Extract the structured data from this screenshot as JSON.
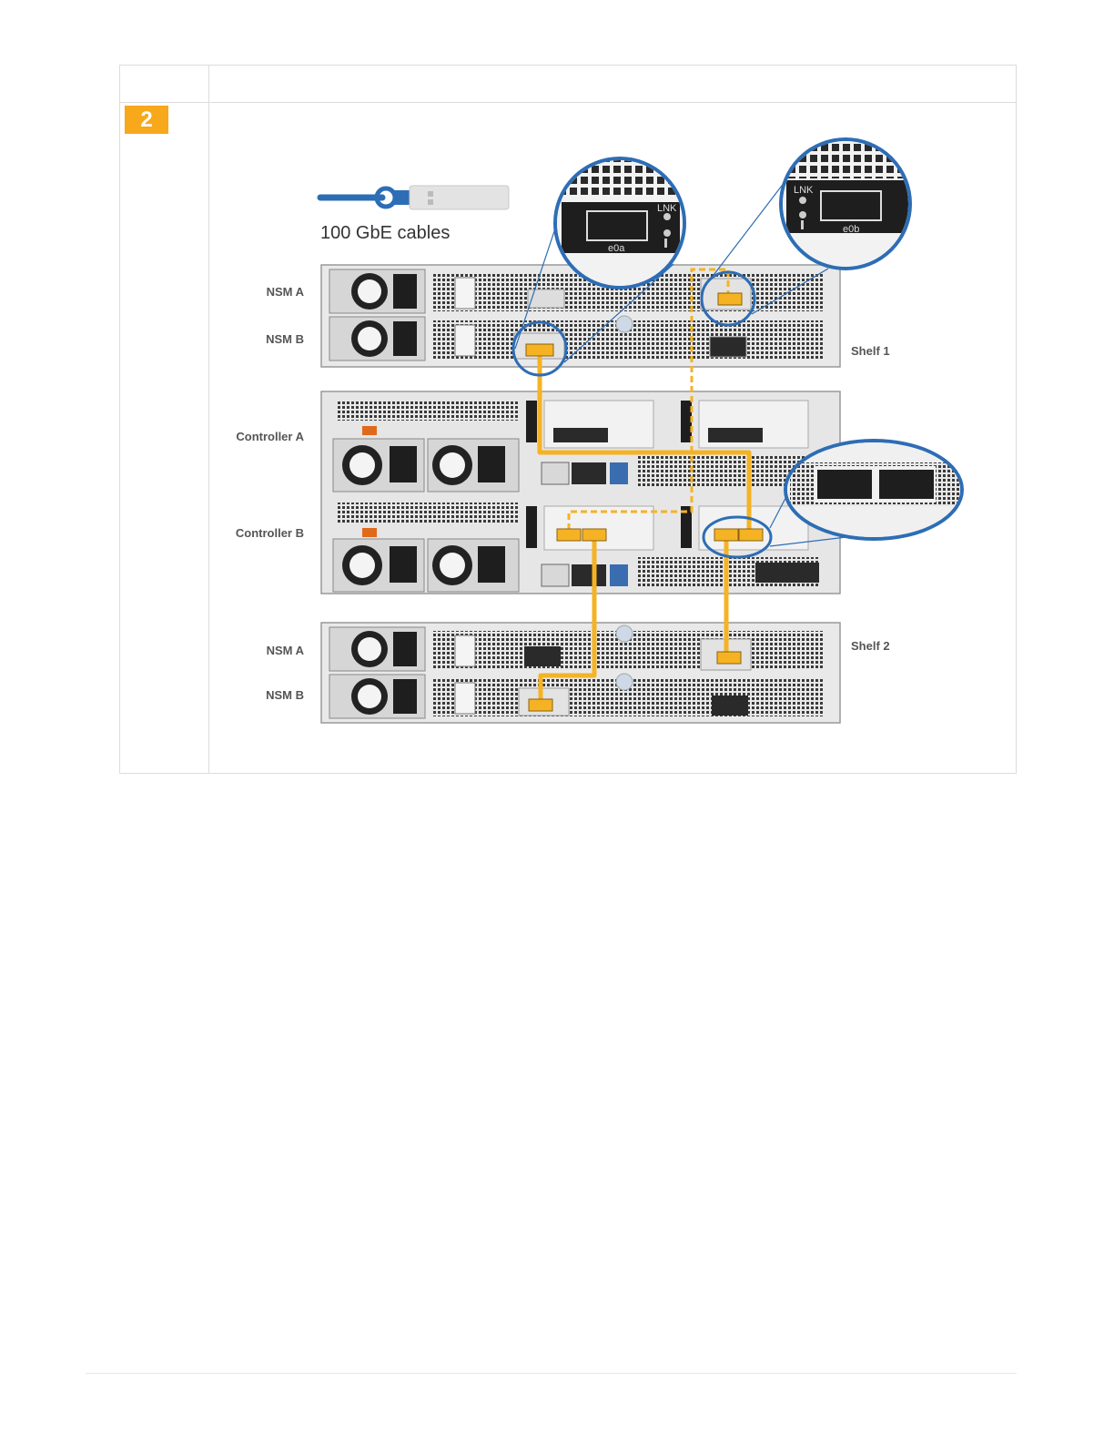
{
  "step": {
    "number": "2"
  },
  "diagram": {
    "cable_caption": "100 GbE cables",
    "labels": {
      "shelf1_nsm_a": "NSM A",
      "shelf1_nsm_b": "NSM B",
      "controller_a": "Controller A",
      "controller_b": "Controller B",
      "shelf2_nsm_a": "NSM A",
      "shelf2_nsm_b": "NSM B",
      "shelf1": "Shelf 1",
      "shelf2": "Shelf 2"
    },
    "callouts": {
      "port_e0a": "e0a",
      "port_e0b": "e0b",
      "lnk_left": "LNK",
      "lnk_right": "LNK"
    },
    "colors": {
      "badge": "#f7a81b",
      "cable": "#f5b324",
      "callout_ring": "#2d6db5",
      "chassis": "#e9e9e9"
    }
  }
}
